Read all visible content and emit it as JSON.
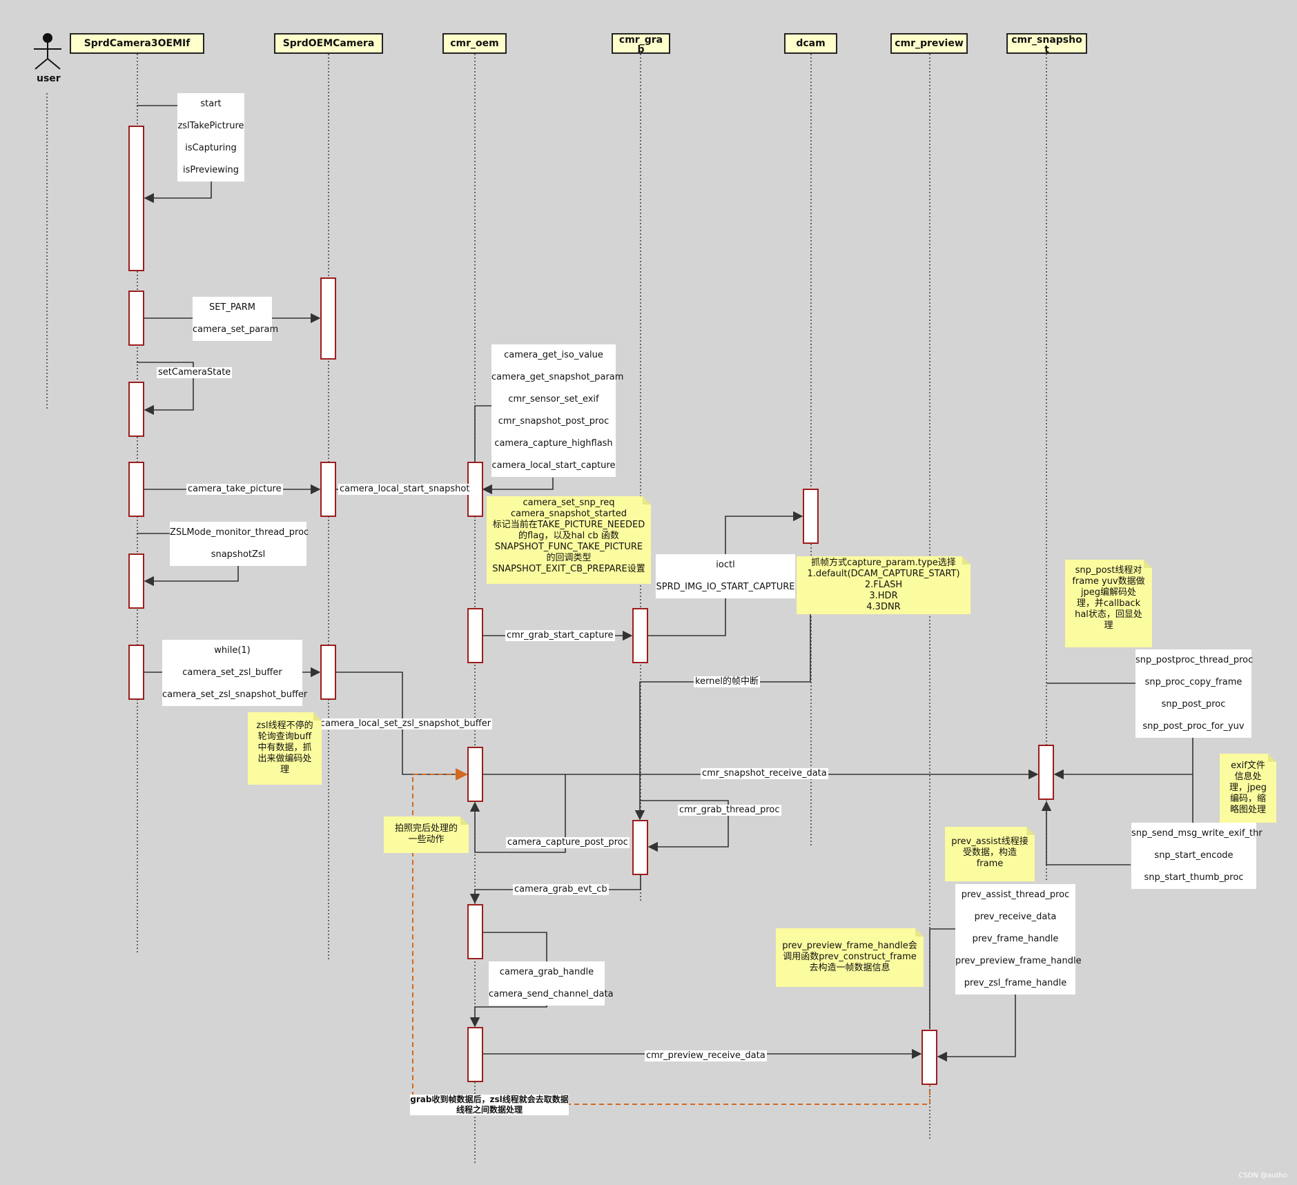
{
  "colors": {
    "activation_border": "#9b1c1c",
    "note_fill": "#fbfb9f",
    "header_fill": "#ffffcc",
    "dashed_flow": "#d2691e",
    "background": "#d4d4d4"
  },
  "actor": {
    "label": "user"
  },
  "lifelines": [
    {
      "name": "SprdCamera3OEMIf"
    },
    {
      "name": "SprdOEMCamera"
    },
    {
      "name": "cmr_oem"
    },
    {
      "name": "cmr_gra\nb"
    },
    {
      "name": "dcam"
    },
    {
      "name": "cmr_preview"
    },
    {
      "name": "cmr_snapsho\nt"
    }
  ],
  "labels": {
    "hal_start": [
      "start",
      "zslTakePictrure",
      "isCapturing",
      "isPreviewing"
    ],
    "set_parm": [
      "SET_PARM",
      "camera_set_param"
    ],
    "set_camera_state": "setCameraState",
    "oem_capture_calls": [
      "camera_get_iso_value",
      "camera_get_snapshot_param",
      "cmr_sensor_set_exif",
      "cmr_snapshot_post_proc",
      "camera_capture_highflash",
      "camera_local_start_capture"
    ],
    "take_picture": "camera_take_picture",
    "local_start_snapshot": "camera_local_start_snapshot",
    "zsl_monitor": [
      "ZSLMode_monitor_thread_proc",
      "snapshotZsl"
    ],
    "ioctl": [
      "ioctl",
      "SPRD_IMG_IO_START_CAPTURE"
    ],
    "grab_start_capture": "cmr_grab_start_capture",
    "zsl_buffer": [
      "while(1)",
      "camera_set_zsl_buffer",
      "camera_set_zsl_snapshot_buffer"
    ],
    "kernel_irq": "kernel的帧中断",
    "local_set_zsl": "camera_local_set_zsl_snapshot_buffer",
    "snp_thread": [
      "snp_postproc_thread_proc",
      "snp_proc_copy_frame",
      "snp_post_proc",
      "snp_post_proc_for_yuv"
    ],
    "snapshot_receive": "cmr_snapshot_receive_data",
    "grab_thread_proc": "cmr_grab_thread_proc",
    "capture_post_proc": "camera_capture_post_proc",
    "exif_thread": [
      "snp_send_msg_write_exif_thr",
      "snp_start_encode",
      "snp_start_thumb_proc"
    ],
    "grab_evt_cb": "camera_grab_evt_cb",
    "prev_thread": [
      "prev_assist_thread_proc",
      "prev_receive_data",
      "prev_frame_handle",
      "prev_preview_frame_handle",
      "prev_zsl_frame_handle"
    ],
    "grab_handle": [
      "camera_grab_handle",
      "camera_send_channel_data"
    ],
    "preview_receive": "cmr_preview_receive_data"
  },
  "notes": {
    "snp_req": [
      "camera_set_snp_req",
      "camera_snapshot_started",
      "标记当前在TAKE_PICTURE_NEEDED",
      "的flag，以及hal cb 函数",
      "SNAPSHOT_FUNC_TAKE_PICTURE",
      "的回调类型",
      "SNAPSHOT_EXIT_CB_PREPARE设置"
    ],
    "capture_type": [
      "抓帧方式capture_param.type选择",
      "1.default(DCAM_CAPTURE_START)",
      "2.FLASH",
      "3.HDR",
      "4.3DNR"
    ],
    "snp_post": [
      "snp_post线程对",
      "frame yuv数据做",
      "jpeg编解码处",
      "理，并callback",
      "hal状态，回显处",
      "理"
    ],
    "zsl_thread": [
      "zsl线程不停的",
      "轮询查询buff",
      "中有数据，抓",
      "出来做编码处",
      "理"
    ],
    "exif": [
      "exif文件",
      "信息处",
      "理，jpeg",
      "编码，缩",
      "略图处理"
    ],
    "post_capture": [
      "拍照完后处理的",
      "一些动作"
    ],
    "prev_assist": [
      "prev_assist线程接",
      "受数据，构造",
      "frame"
    ],
    "prev_frame": [
      "prev_preview_frame_handle会",
      "调用函数prev_construct_frame",
      "去构造一帧数据信息"
    ],
    "grab_zsl": [
      "grab收到帧数据后，zsl线程就会去取数据",
      "线程之间数据处理"
    ]
  },
  "watermark": "CSDN @autho"
}
